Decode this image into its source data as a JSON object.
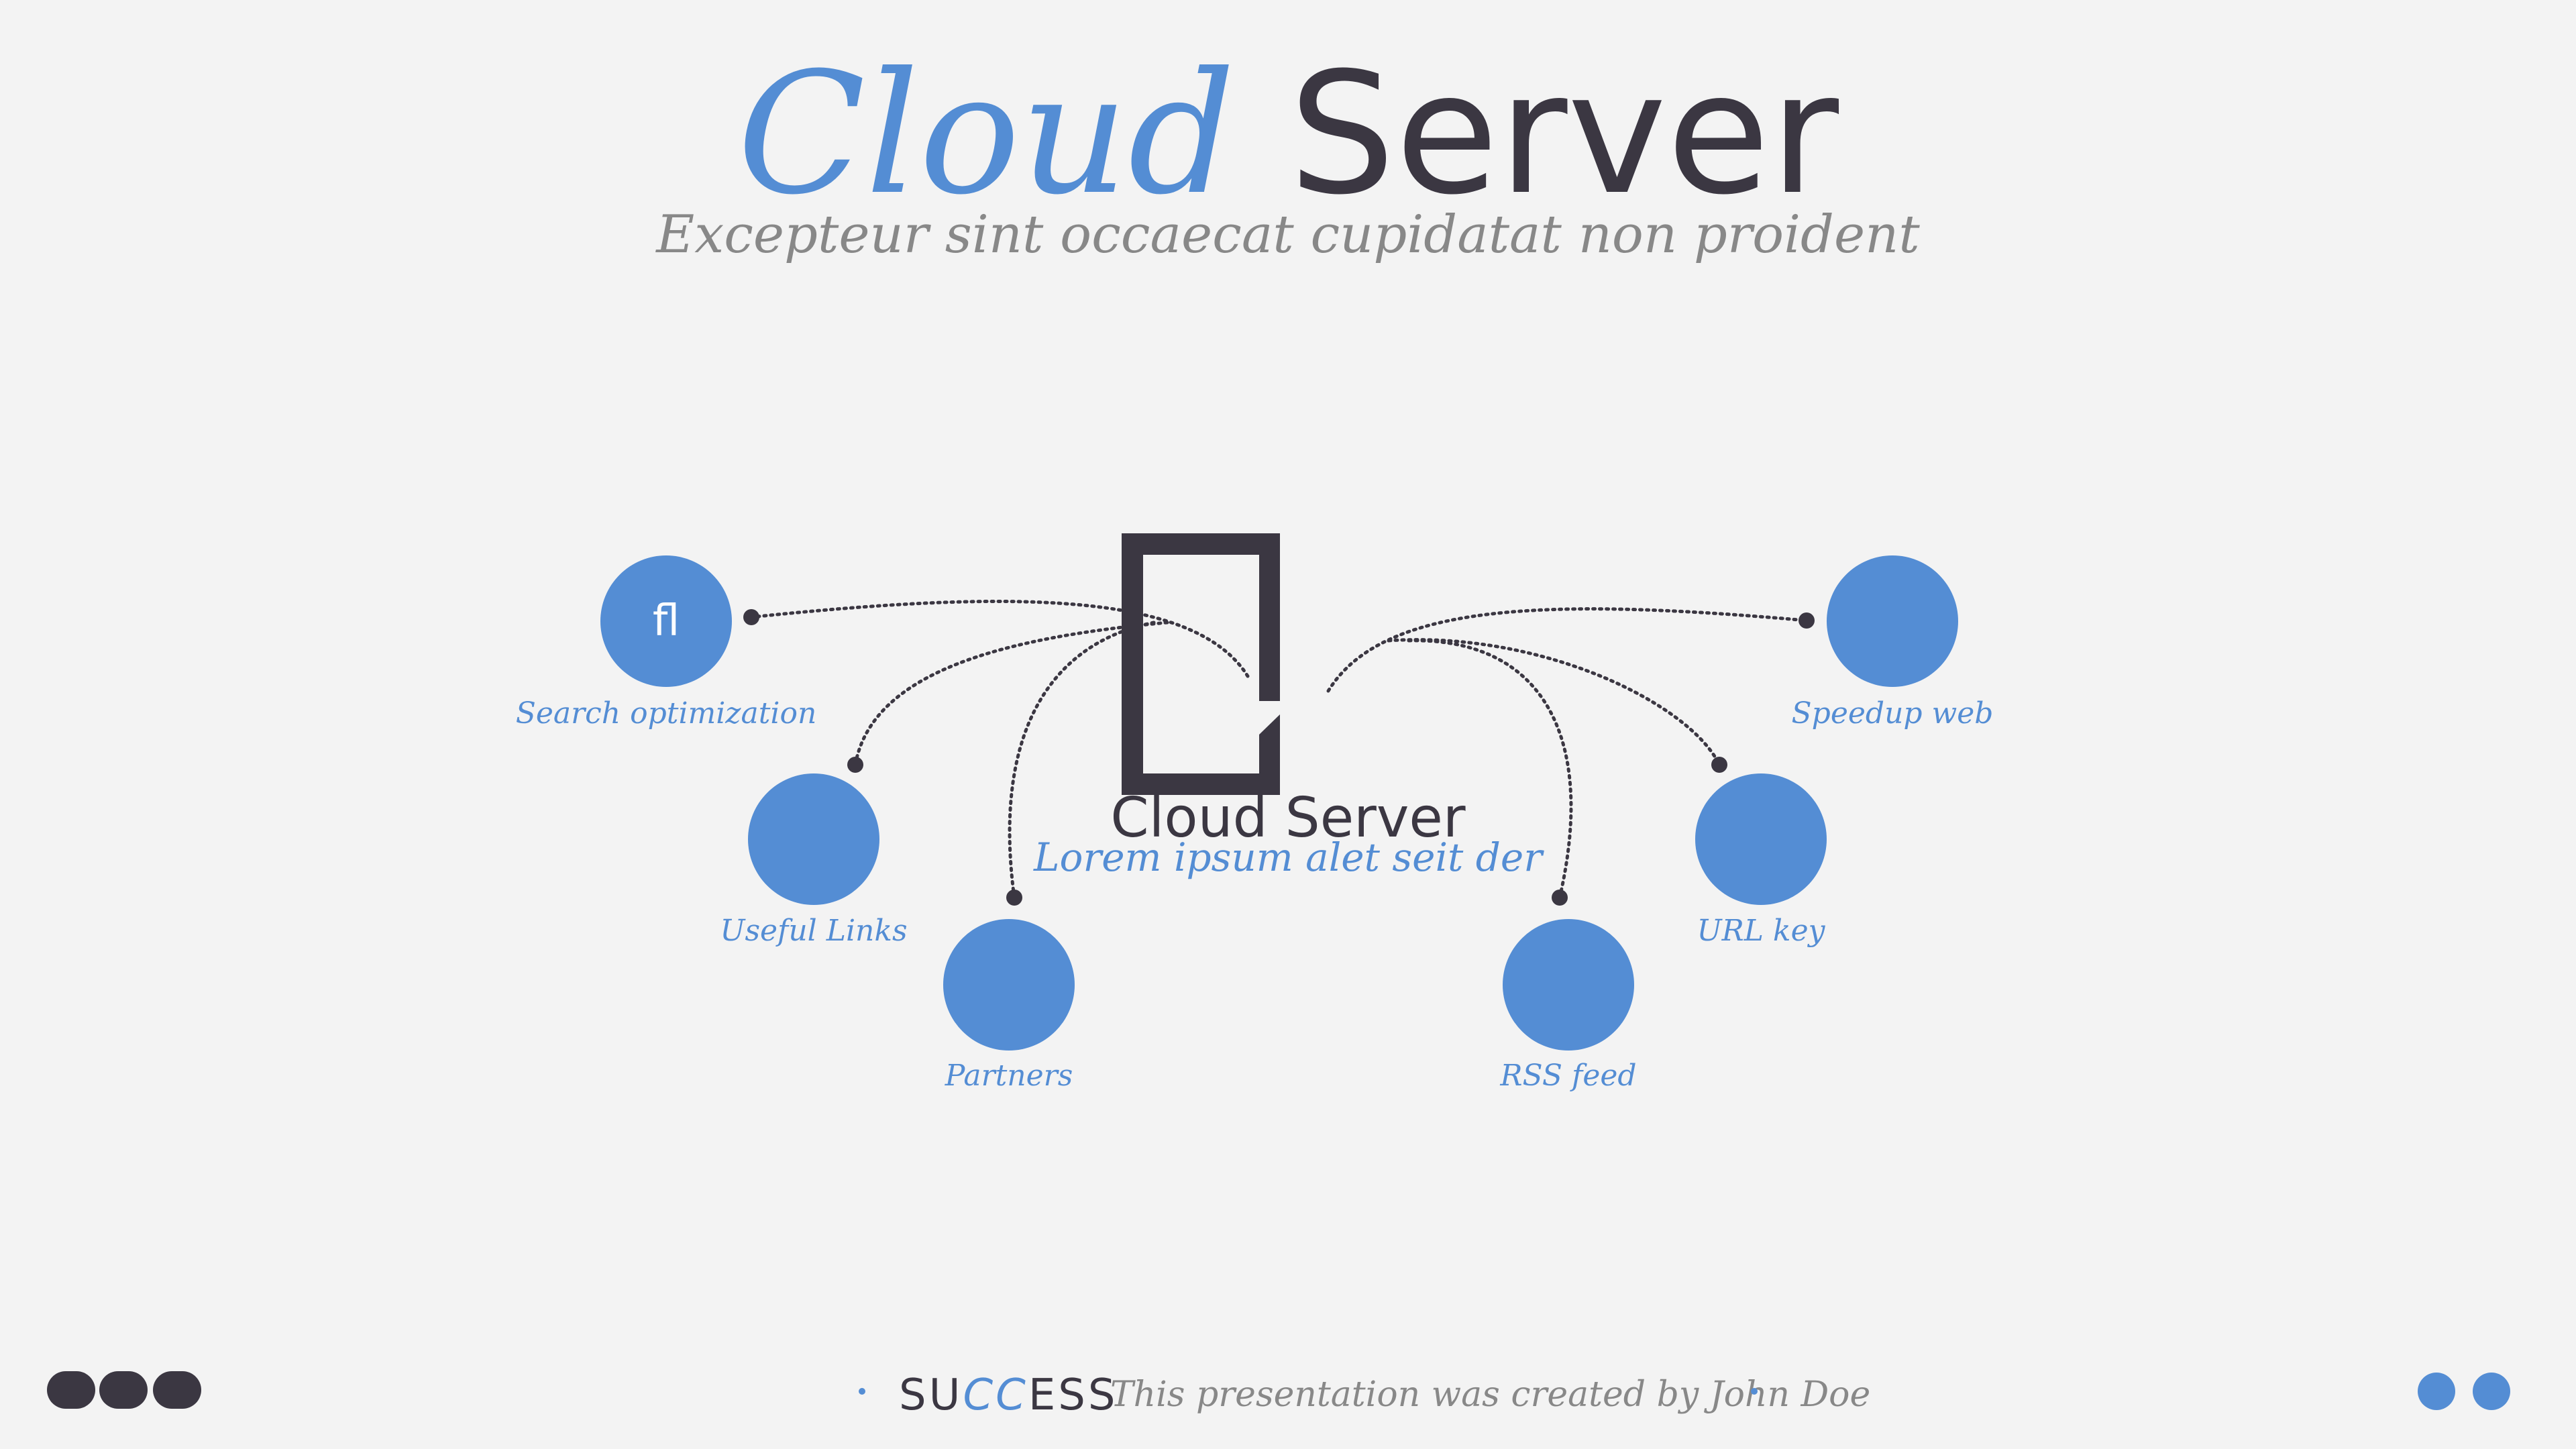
{
  "colors": {
    "accent": "#548dd4",
    "dark": "#3b3742",
    "muted": "#888888",
    "background": "#f3f3f3"
  },
  "header": {
    "title_part1": "Cloud",
    "title_part2": "Server",
    "subtitle": "Excepteur sint occaecat cupidatat non proident"
  },
  "center": {
    "icon": "mobile-phone-icon",
    "title": "Cloud Server",
    "subtitle": "Lorem ipsum alet seit der"
  },
  "features": [
    {
      "label": "Search optimization",
      "icon": "search-optimization-icon",
      "glyph": "ﬂ"
    },
    {
      "label": "Useful Links",
      "icon": "link-icon",
      "glyph": ""
    },
    {
      "label": "Partners",
      "icon": "partners-icon",
      "glyph": ""
    },
    {
      "label": "Speedup web",
      "icon": "speedup-icon",
      "glyph": ""
    },
    {
      "label": "URL key",
      "icon": "key-icon",
      "glyph": ""
    },
    {
      "label": "RSS feed",
      "icon": "rss-icon",
      "glyph": ""
    }
  ],
  "footer": {
    "brand_part1": "SU",
    "brand_part2": "CC",
    "brand_part3": "ESS",
    "credit": "This presentation was created by John Doe",
    "left_buttons": [
      {
        "icon": "home-icon",
        "glyph": ""
      },
      {
        "icon": "grid-icon",
        "glyph": ""
      },
      {
        "icon": "menu-icon",
        "glyph": ""
      }
    ],
    "right_buttons": [
      {
        "icon": "previous-icon",
        "glyph": ""
      },
      {
        "icon": "next-icon",
        "glyph": ""
      }
    ]
  }
}
